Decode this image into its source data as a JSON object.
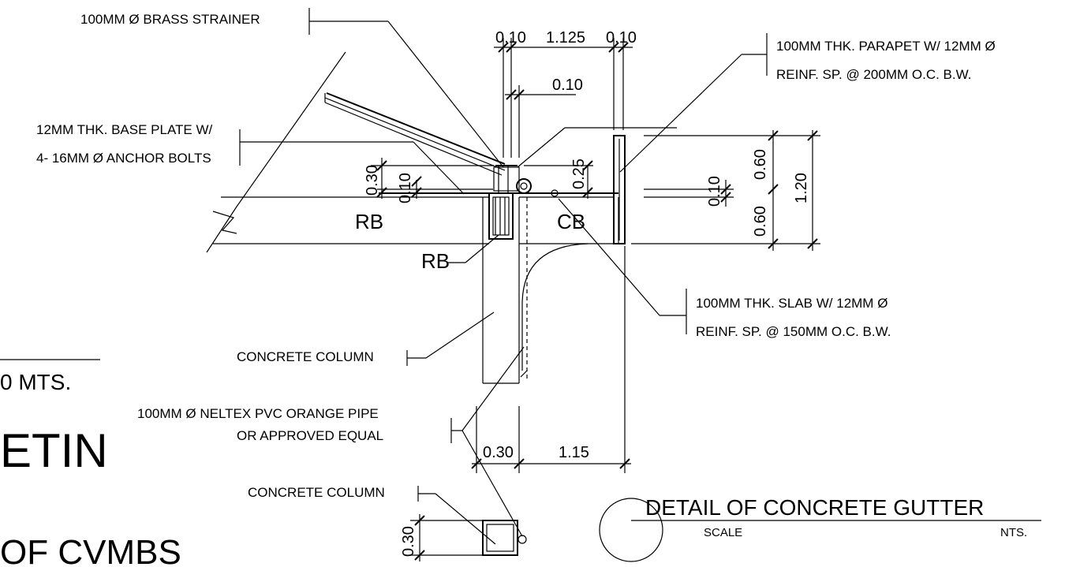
{
  "labels": {
    "brass_strainer": "100MM Ø BRASS STRAINER",
    "parapet_line1": "100MM THK. PARAPET W/ 12MM Ø",
    "parapet_line2": "REINF. SP. @ 200MM O.C. B.W.",
    "base_plate_line1": "12MM THK. BASE PLATE W/",
    "base_plate_line2": "4- 16MM Ø ANCHOR BOLTS",
    "slab_line1": "100MM THK. SLAB W/ 12MM Ø",
    "slab_line2": "REINF. SP. @ 150MM O.C. B.W.",
    "concrete_column_1": "CONCRETE COLUMN",
    "concrete_column_2": "CONCRETE COLUMN",
    "pipe_line1": "100MM Ø NELTEX PVC ORANGE PIPE",
    "pipe_line2": "OR APPROVED EQUAL",
    "rb_left": "RB",
    "rb_bottom": "RB",
    "cb": "CB"
  },
  "dimensions": {
    "top_left": "0.10",
    "top_mid": "1.125",
    "top_right": "0.10",
    "upper_mid": "0.10",
    "v_030": "0.30",
    "v_010": "0.10",
    "v_025": "0.25",
    "right_060_top": "0.60",
    "right_010": "0.10",
    "right_060_bot": "0.60",
    "right_120": "1.20",
    "bottom_030": "0.30",
    "bottom_115": "1.15",
    "column_030": "0.30"
  },
  "left_fragments": {
    "mts": "0 MTS.",
    "etin": "ETIN",
    "cvmbs": "OF CVMBS"
  },
  "title": {
    "main": "DETAIL OF CONCRETE GUTTER",
    "scale_label": "SCALE",
    "scale_value": "NTS."
  }
}
